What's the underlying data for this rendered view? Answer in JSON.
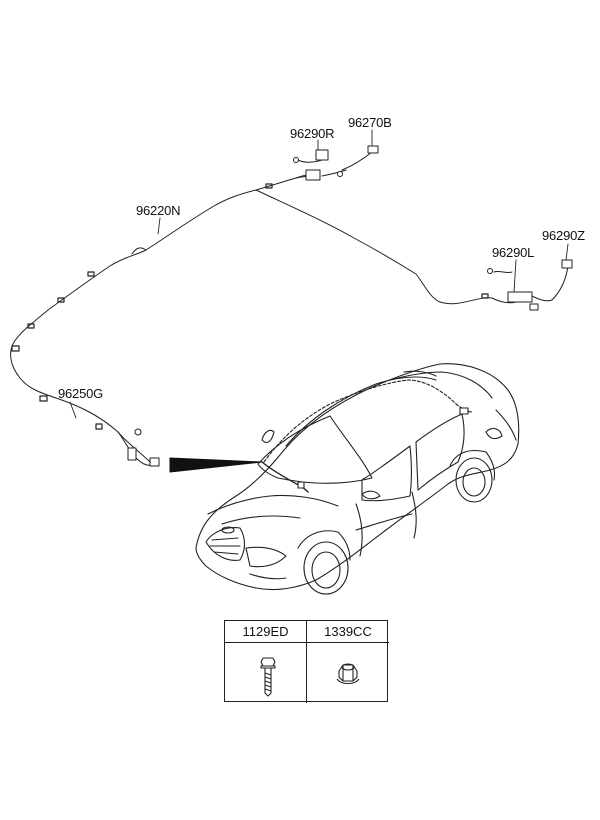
{
  "callouts": {
    "wiring_main": "96220N",
    "extension_left_front": "96250G",
    "extension_roof_r": "96290R",
    "cable_roof_b": "96270B",
    "extension_rear_l": "96290L",
    "extension_rear_z": "96290Z"
  },
  "parts_table": {
    "headers": [
      "1129ED",
      "1339CC"
    ],
    "icons": [
      "bolt-icon",
      "nut-icon"
    ]
  }
}
